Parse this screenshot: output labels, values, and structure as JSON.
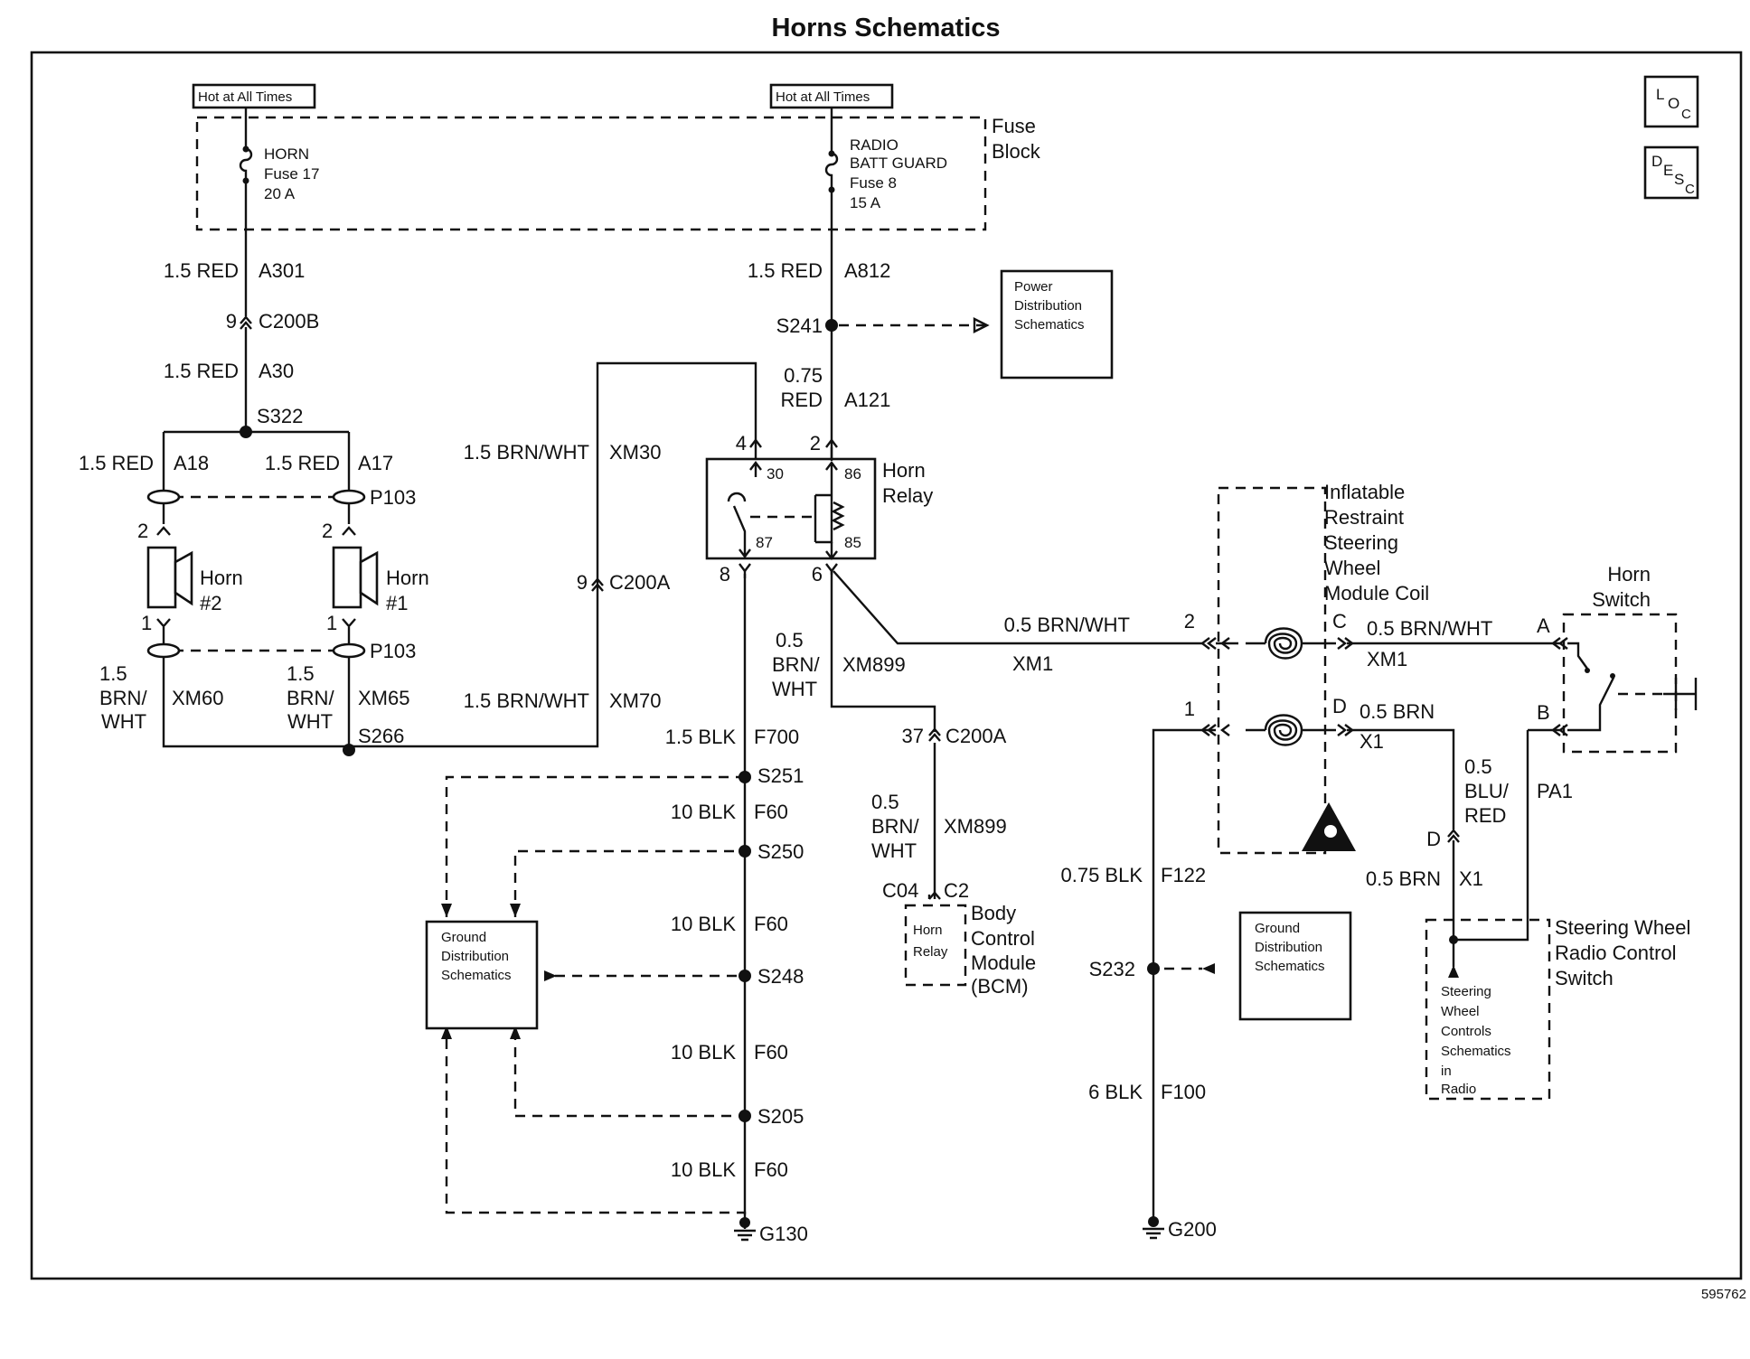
{
  "title": "Horns Schematics",
  "figure_number": "595762",
  "corner_icons": {
    "loc": [
      "L",
      "O",
      "C"
    ],
    "desc": [
      "D",
      "E",
      "S",
      "C"
    ]
  },
  "hot_labels": {
    "left": "Hot at All Times",
    "right": "Hot at All Times"
  },
  "fuse_block": {
    "label": [
      "Fuse",
      "Block"
    ],
    "horn_fuse": [
      "HORN",
      "Fuse 17",
      "20 A"
    ],
    "radio_fuse": [
      "RADIO",
      "BATT GUARD",
      "Fuse 8",
      "15 A"
    ]
  },
  "wires": {
    "a301": {
      "size": "1.5 RED",
      "circuit": "A301"
    },
    "a30": {
      "size": "1.5 RED",
      "circuit": "A30"
    },
    "a18": {
      "size": "1.5 RED",
      "circuit": "A18"
    },
    "a17": {
      "size": "1.5 RED",
      "circuit": "A17"
    },
    "a812": {
      "size": "1.5 RED",
      "circuit": "A812"
    },
    "a121": {
      "size": [
        "0.75",
        "RED"
      ],
      "circuit": "A121"
    },
    "xm30": {
      "size": "1.5 BRN/WHT",
      "circuit": "XM30"
    },
    "xm70": {
      "size": "1.5 BRN/WHT",
      "circuit": "XM70"
    },
    "xm60": {
      "size": [
        "1.5",
        "BRN/",
        "WHT"
      ],
      "circuit": "XM60"
    },
    "xm65": {
      "size": [
        "1.5",
        "BRN/",
        "WHT"
      ],
      "circuit": "XM65"
    },
    "xm899_a": {
      "size": [
        "0.5",
        "BRN/",
        "WHT"
      ],
      "circuit": "XM899"
    },
    "xm899_b": {
      "size": [
        "0.5",
        "BRN/",
        "WHT"
      ],
      "circuit": "XM899"
    },
    "xm1_a": {
      "size": "0.5 BRN/WHT",
      "circuit": "XM1"
    },
    "xm1_b": {
      "size": "0.5 BRN/WHT",
      "circuit": "XM1"
    },
    "x1_a": {
      "size": "0.5 BRN",
      "circuit": "X1"
    },
    "x1_b": {
      "size": "0.5 BRN",
      "circuit": "X1"
    },
    "pa1": {
      "size": [
        "0.5",
        "BLU/",
        "RED"
      ],
      "circuit": "PA1"
    },
    "f700": {
      "size": "1.5 BLK",
      "circuit": "F700"
    },
    "f60_1": {
      "size": "10 BLK",
      "circuit": "F60"
    },
    "f60_2": {
      "size": "10 BLK",
      "circuit": "F60"
    },
    "f60_3": {
      "size": "10 BLK",
      "circuit": "F60"
    },
    "f60_4": {
      "size": "10 BLK",
      "circuit": "F60"
    },
    "f122": {
      "size": "0.75 BLK",
      "circuit": "F122"
    },
    "f100": {
      "size": "6 BLK",
      "circuit": "F100"
    }
  },
  "connectors": {
    "c200b": {
      "pin": "9",
      "name": "C200B"
    },
    "c200a_1": {
      "pin": "9",
      "name": "C200A"
    },
    "c200a_2": {
      "pin": "37",
      "name": "C200A"
    },
    "p103_top": "P103",
    "p103_bot": "P103",
    "horn2_pins": [
      "2",
      "1"
    ],
    "horn1_pins": [
      "2",
      "1"
    ],
    "relay_pins": [
      "4",
      "2",
      "8",
      "6"
    ],
    "relay_terms": [
      "30",
      "86",
      "87",
      "85"
    ],
    "coil_pins": [
      "2",
      "1",
      "C",
      "D"
    ],
    "switch_pins": [
      "A",
      "B"
    ],
    "x1_pin": "D",
    "bcm_pins": [
      "C04",
      "C2"
    ]
  },
  "splices": [
    "S322",
    "S266",
    "S241",
    "S251",
    "S250",
    "S248",
    "S205",
    "S232"
  ],
  "grounds": [
    "G130",
    "G200"
  ],
  "components": {
    "horn2": [
      "Horn",
      "#2"
    ],
    "horn1": [
      "Horn",
      "#1"
    ],
    "horn_relay": [
      "Horn",
      "Relay"
    ],
    "coil": [
      "Inflatable",
      "Restraint",
      "Steering",
      "Wheel",
      "Module Coil"
    ],
    "horn_switch": [
      "Horn",
      "Switch"
    ],
    "swrc": [
      "Steering Wheel",
      "Radio Control",
      "Switch"
    ],
    "bcm": [
      "Body",
      "Control",
      "Module",
      "(BCM)"
    ],
    "bcm_inner": [
      "Horn",
      "Relay"
    ],
    "power_dist": [
      "Power",
      "Distribution",
      "Schematics"
    ],
    "ground_dist_left": [
      "Ground",
      "Distribution",
      "Schematics"
    ],
    "ground_dist_right": [
      "Ground",
      "Distribution",
      "Schematics"
    ],
    "swc_ref": [
      "Steering",
      "Wheel",
      "Controls",
      "Schematics",
      "in",
      "Radio"
    ]
  }
}
